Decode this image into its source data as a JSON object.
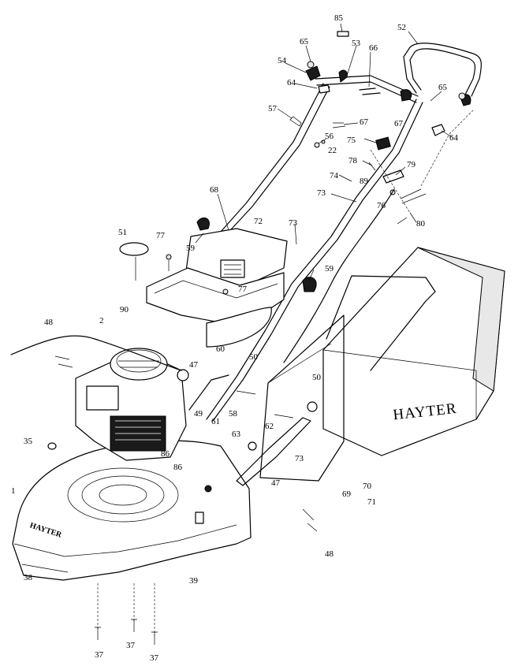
{
  "brand_text": "HAYTER",
  "deck_brand_text": "HAYTER",
  "labels": [
    "85",
    "52",
    "65",
    "53",
    "66",
    "54",
    "64",
    "65",
    "57",
    "67",
    "67",
    "56",
    "75",
    "64",
    "22",
    "78",
    "79",
    "74",
    "89",
    "68",
    "73",
    "76",
    "80",
    "51",
    "77",
    "72",
    "73",
    "59",
    "59",
    "77",
    "90",
    "48",
    "2",
    "47",
    "50",
    "60",
    "50",
    "35",
    "58",
    "62",
    "49",
    "61",
    "63",
    "86",
    "86",
    "73",
    "1",
    "47",
    "69",
    "70",
    "71",
    "48",
    "38",
    "39",
    "37",
    "37",
    "37"
  ]
}
